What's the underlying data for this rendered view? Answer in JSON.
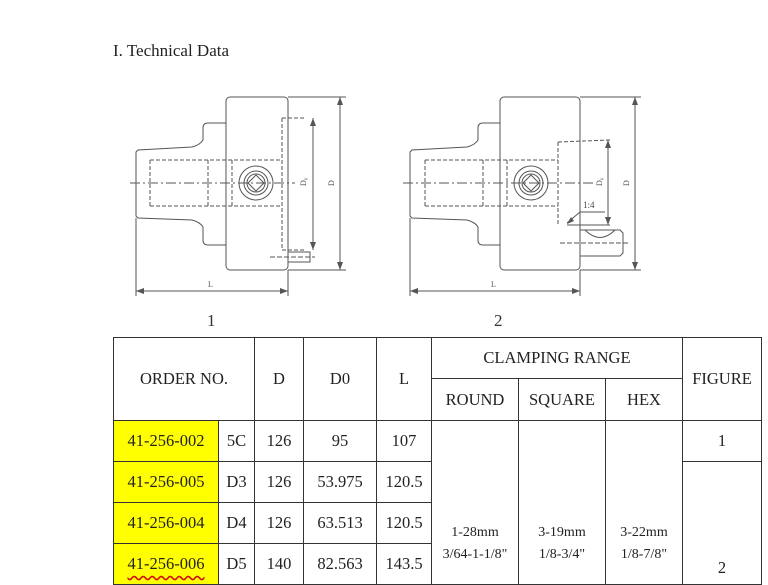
{
  "section_title": "I. Technical Data",
  "figures": [
    {
      "label": "1",
      "dims": {
        "L": "L",
        "D": "D",
        "D0": "D₀"
      }
    },
    {
      "label": "2",
      "dims": {
        "L": "L",
        "D": "D",
        "D0": "D₀",
        "taper": "1:4"
      }
    }
  ],
  "table": {
    "headers": {
      "order_no": "ORDER NO.",
      "d": "D",
      "d0": "D0",
      "l": "L",
      "clamping_range": "CLAMPING RANGE",
      "round": "ROUND",
      "square": "SQUARE",
      "hex": "HEX",
      "figure": "FIGURE"
    },
    "rows": [
      {
        "order_no": "41-256-002",
        "type": "5C",
        "d": "126",
        "d0": "95",
        "l": "107"
      },
      {
        "order_no": "41-256-005",
        "type": "D3",
        "d": "126",
        "d0": "53.975",
        "l": "120.5"
      },
      {
        "order_no": "41-256-004",
        "type": "D4",
        "d": "126",
        "d0": "63.513",
        "l": "120.5"
      },
      {
        "order_no": "41-256-006",
        "type": "D5",
        "d": "140",
        "d0": "82.563",
        "l": "143.5"
      }
    ],
    "clamping": {
      "round_mm": "1-28mm",
      "round_in": "3/64-1-1/8\"",
      "square_mm": "3-19mm",
      "square_in": "1/8-3/4\"",
      "hex_mm": "3-22mm",
      "hex_in": "1/8-7/8\""
    },
    "figure_refs": [
      "1",
      "2"
    ]
  },
  "colors": {
    "highlight": "#ffff00",
    "order_text": "#d83a10",
    "underline": "#d01010"
  }
}
